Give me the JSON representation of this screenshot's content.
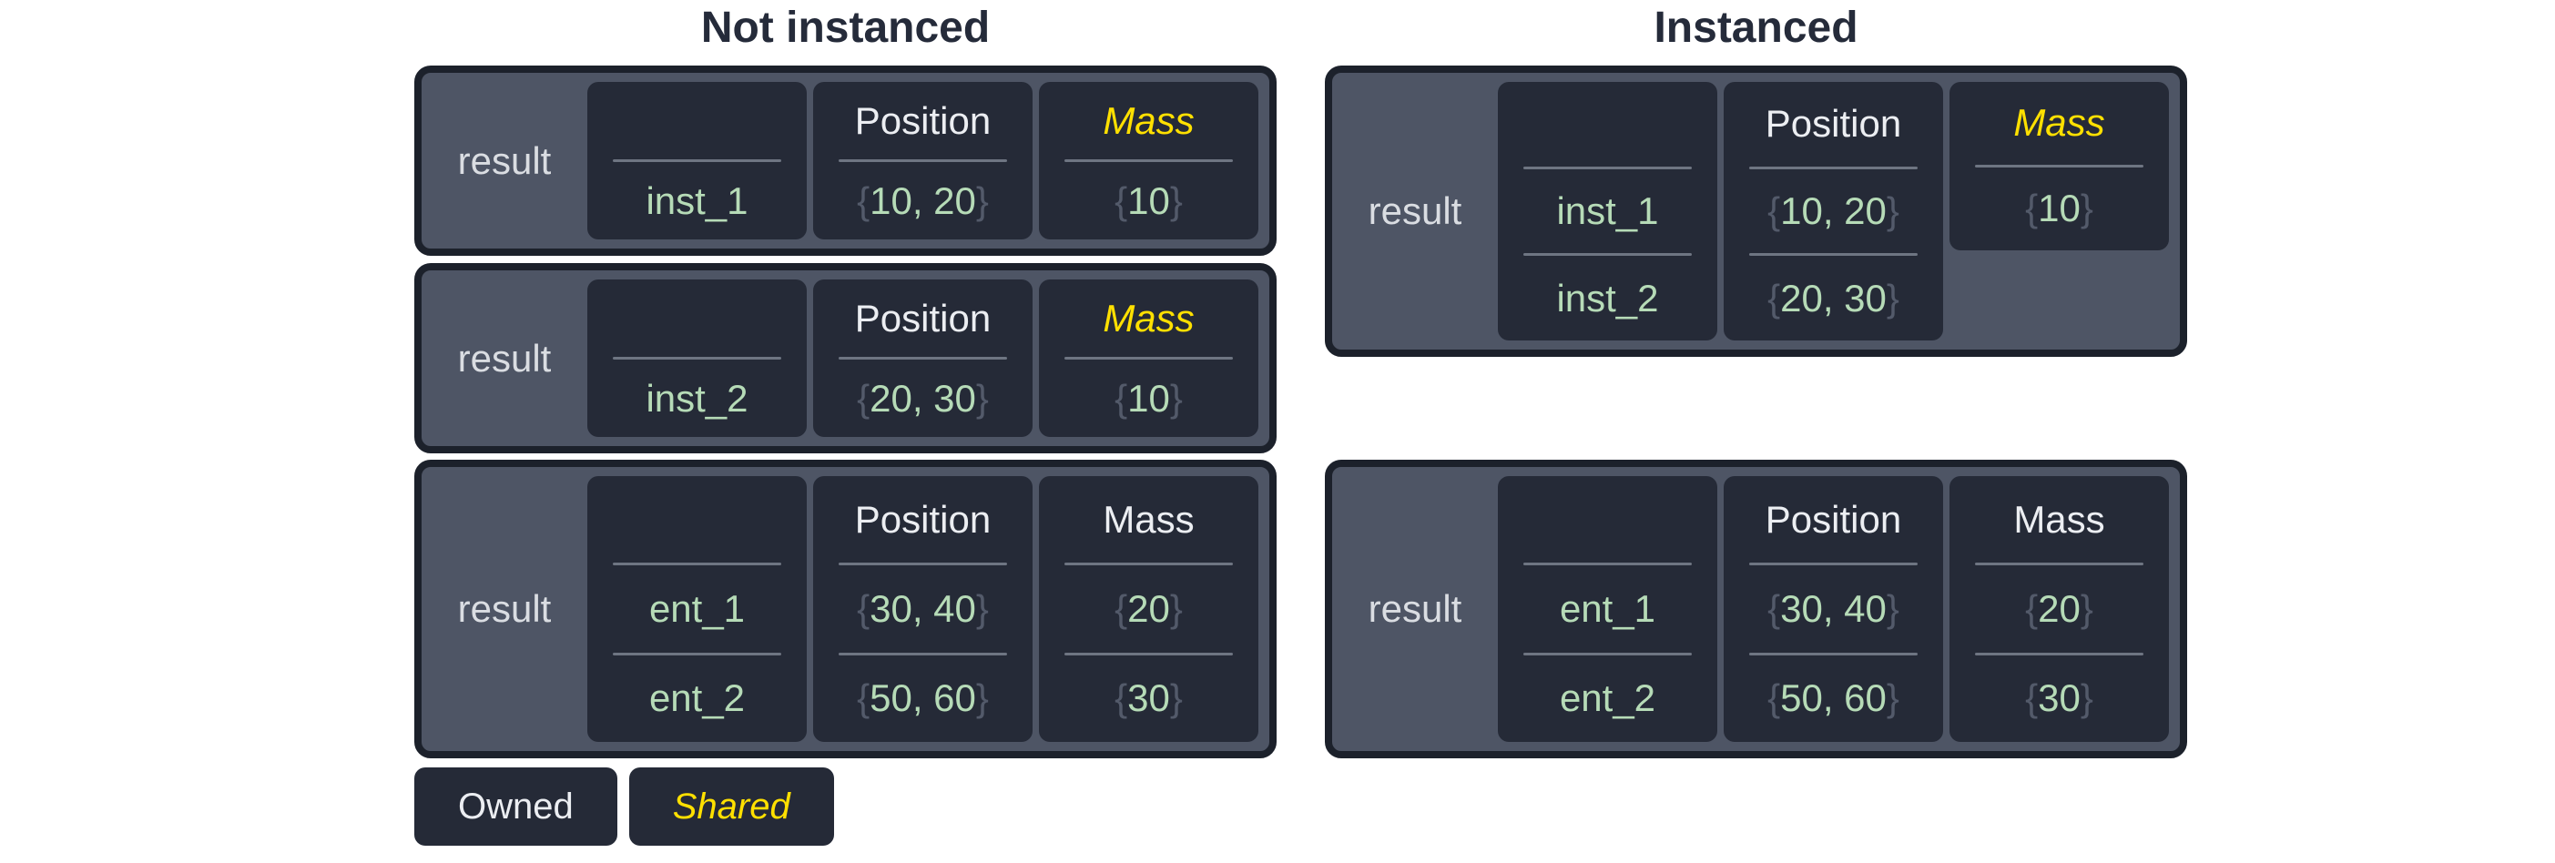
{
  "columns": [
    {
      "id": "not-instanced",
      "title": "Not instanced"
    },
    {
      "id": "instanced",
      "title": "Instanced"
    }
  ],
  "boxes": [
    {
      "id": "not-instanced-1",
      "column": "not-instanced",
      "label": "result",
      "cells": [
        {
          "header": "",
          "shared": false,
          "rows": [
            "inst_1"
          ]
        },
        {
          "header": "Position",
          "shared": false,
          "rows": [
            "{10, 20}"
          ]
        },
        {
          "header": "Mass",
          "shared": true,
          "rows": [
            "{10}"
          ]
        }
      ]
    },
    {
      "id": "not-instanced-2",
      "column": "not-instanced",
      "label": "result",
      "cells": [
        {
          "header": "",
          "shared": false,
          "rows": [
            "inst_2"
          ]
        },
        {
          "header": "Position",
          "shared": false,
          "rows": [
            "{20, 30}"
          ]
        },
        {
          "header": "Mass",
          "shared": true,
          "rows": [
            "{10}"
          ]
        }
      ]
    },
    {
      "id": "not-instanced-3",
      "column": "not-instanced",
      "label": "result",
      "cells": [
        {
          "header": "",
          "shared": false,
          "rows": [
            "ent_1",
            "ent_2"
          ]
        },
        {
          "header": "Position",
          "shared": false,
          "rows": [
            "{30, 40}",
            "{50, 60}"
          ]
        },
        {
          "header": "Mass",
          "shared": false,
          "rows": [
            "{20}",
            "{30}"
          ]
        }
      ]
    },
    {
      "id": "instanced-1",
      "column": "instanced",
      "label": "result",
      "cells": [
        {
          "header": "",
          "shared": false,
          "rows": [
            "inst_1",
            "inst_2"
          ]
        },
        {
          "header": "Position",
          "shared": false,
          "rows": [
            "{10, 20}",
            "{20, 30}"
          ]
        },
        {
          "header": "Mass",
          "shared": true,
          "short": true,
          "rows": [
            "{10}"
          ]
        }
      ]
    },
    {
      "id": "instanced-2",
      "column": "instanced",
      "label": "result",
      "cells": [
        {
          "header": "",
          "shared": false,
          "rows": [
            "ent_1",
            "ent_2"
          ]
        },
        {
          "header": "Position",
          "shared": false,
          "rows": [
            "{30, 40}",
            "{50, 60}"
          ]
        },
        {
          "header": "Mass",
          "shared": false,
          "rows": [
            "{20}",
            "{30}"
          ]
        }
      ]
    }
  ],
  "legend": [
    {
      "id": "owned",
      "label": "Owned",
      "shared": false
    },
    {
      "id": "shared",
      "label": "Shared",
      "shared": true
    }
  ],
  "colors": {
    "title_text": "#252b3a",
    "box_fill": "#4e5565",
    "box_border": "#1c212b",
    "cell_fill": "#252a37",
    "divider": "#6e7582",
    "owned_text": "#eceef2",
    "shared_text": "#ffe000",
    "value_green": "#b6dbb7",
    "brace_gray": "#535a6a",
    "page_background": "#ffffff"
  }
}
